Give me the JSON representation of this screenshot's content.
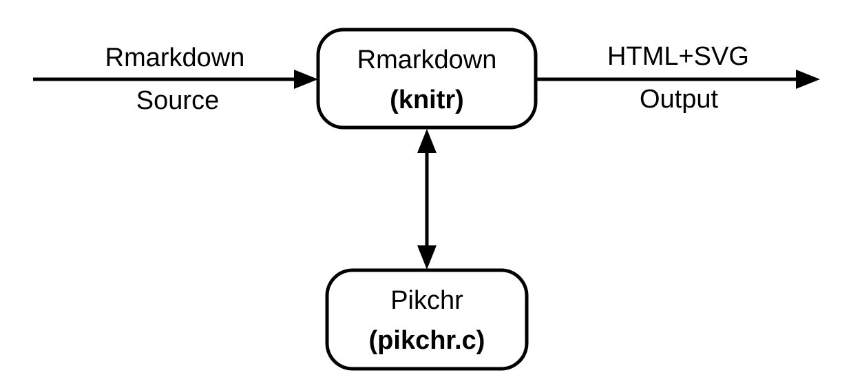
{
  "colors": {
    "background": "#ffffff",
    "stroke": "#000000",
    "box_fill": "#ffffff",
    "text": "#000000"
  },
  "diagram": {
    "type": "flow-diagram",
    "input_arrow": {
      "label_top": "Rmarkdown",
      "label_bottom": "Source",
      "direction": "right"
    },
    "knitr_box": {
      "line1": "Rmarkdown",
      "line2": "(knitr)"
    },
    "output_arrow": {
      "label_top": "HTML+SVG",
      "label_bottom": "Output",
      "direction": "right"
    },
    "pikchr_link_arrow": {
      "direction": "both"
    },
    "pikchr_box": {
      "line1": "Pikchr",
      "line2": "(pikchr.c)"
    }
  }
}
